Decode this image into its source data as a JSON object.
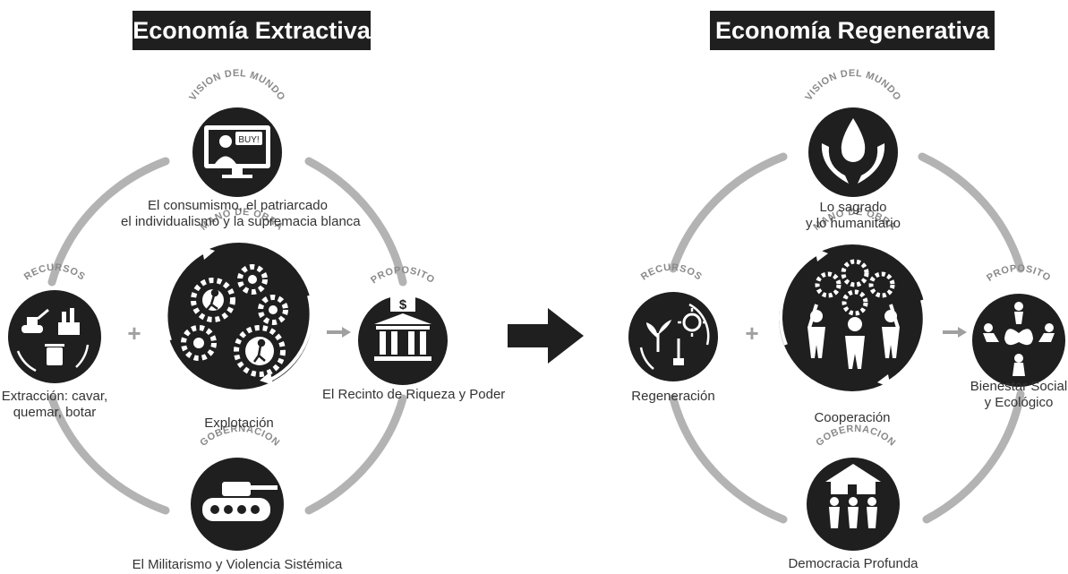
{
  "left": {
    "title": "Economía Extractiva",
    "labels": {
      "vision": "VISION DEL MUNDO",
      "mano": "MANO DE OBRA",
      "recursos": "RECURSOS",
      "proposito": "PROPOSITO",
      "gobernacion": "GOBERNACION"
    },
    "screen_text": "BUY!",
    "money_symbol": "$",
    "captions": {
      "vision_1": "El consumismo, el patriarcado",
      "vision_2": "el individualismo y la supremacia blanca",
      "recursos_1": "Extracción: cavar,",
      "recursos_2": "quemar, botar",
      "mano": "Explotación",
      "proposito": "El Recinto de Riqueza y Poder",
      "gobernacion": "El Militarismo y Violencia Sistémica"
    }
  },
  "right": {
    "title": "Economía Regenerativa",
    "labels": {
      "vision": "VISION DEL MUNDO",
      "mano": "MANO DE OBRA",
      "recursos": "RECURSOS",
      "proposito": "PROPOSITO",
      "gobernacion": "GOBERNACION"
    },
    "captions": {
      "vision_1": "Lo sagrado",
      "vision_2": "y lo humanitario",
      "recursos": "Regeneración",
      "mano": "Cooperación",
      "proposito_1": "Bienestar Social",
      "proposito_2": "y Ecológico",
      "gobernacion": "Democracia Profunda"
    }
  },
  "symbols": {
    "plus": "+"
  },
  "colors": {
    "dark": "#1f1f1f",
    "ring": "#b3b3b3",
    "label": "#8a8a8a"
  }
}
